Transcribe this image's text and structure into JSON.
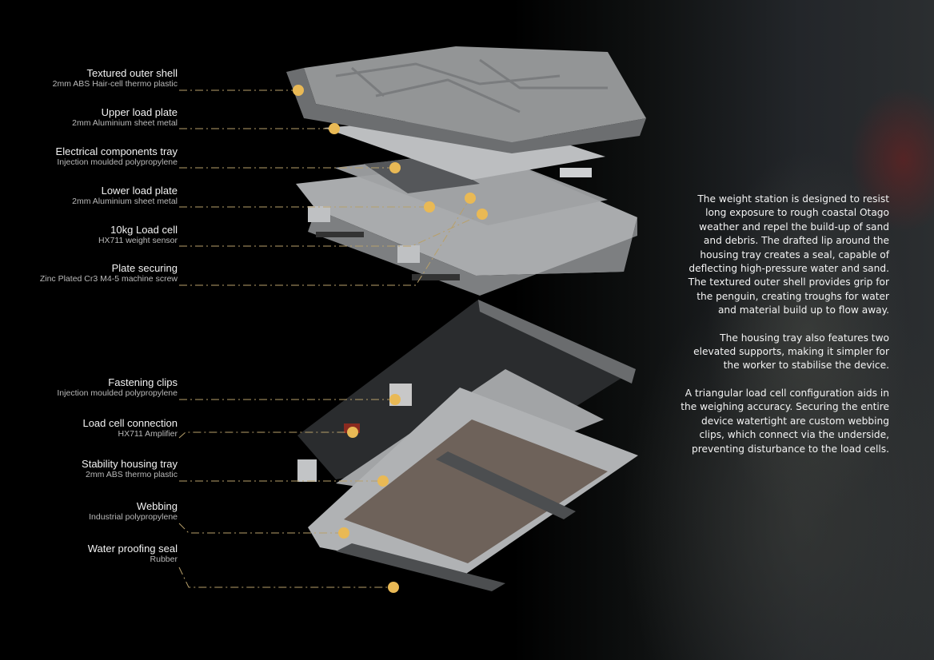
{
  "labels_top": [
    {
      "title": "Textured outer shell",
      "subtitle": "2mm ABS Hair-cell thermo plastic"
    },
    {
      "title": "Upper load plate",
      "subtitle": "2mm Aluminium sheet metal"
    },
    {
      "title": "Electrical components tray",
      "subtitle": "Injection moulded polypropylene"
    },
    {
      "title": "Lower load plate",
      "subtitle": "2mm Aluminium sheet metal"
    },
    {
      "title": "10kg Load cell",
      "subtitle": "HX711 weight sensor"
    },
    {
      "title": "Plate securing",
      "subtitle": "Zinc Plated Cr3 M4-5 machine screw"
    }
  ],
  "labels_bottom": [
    {
      "title": "Fastening clips",
      "subtitle": "Injection moulded polypropylene"
    },
    {
      "title": "Load cell connection",
      "subtitle": "HX711 Amplifier"
    },
    {
      "title": "Stability housing tray",
      "subtitle": "2mm ABS thermo plastic"
    },
    {
      "title": "Webbing",
      "subtitle": "Industrial polypropylene"
    },
    {
      "title": "Water proofing seal",
      "subtitle": "Rubber"
    }
  ],
  "description": [
    "The weight station is designed to resist\nlong exposure to rough coastal Otago\nweather and repel the build-up of sand\nand debris. The drafted lip around the\nhousing tray creates a seal, capable of\ndeflecting high-pressure water and sand.\nThe textured outer shell provides grip for\nthe penguin, creating troughs for water\nand material build up to flow away.",
    "The housing tray also features two\nelevated supports, making it simpler for\nthe worker to stabilise the device.",
    "A triangular load cell configuration aids in\nthe weighing accuracy. Securing the entire\ndevice watertight are custom webbing\nclips, which connect via the underside,\npreventing disturbance to the load cells."
  ],
  "colors": {
    "marker": "#e9b955",
    "leader": "#b8a06a",
    "shell": "#8c8c8c"
  }
}
